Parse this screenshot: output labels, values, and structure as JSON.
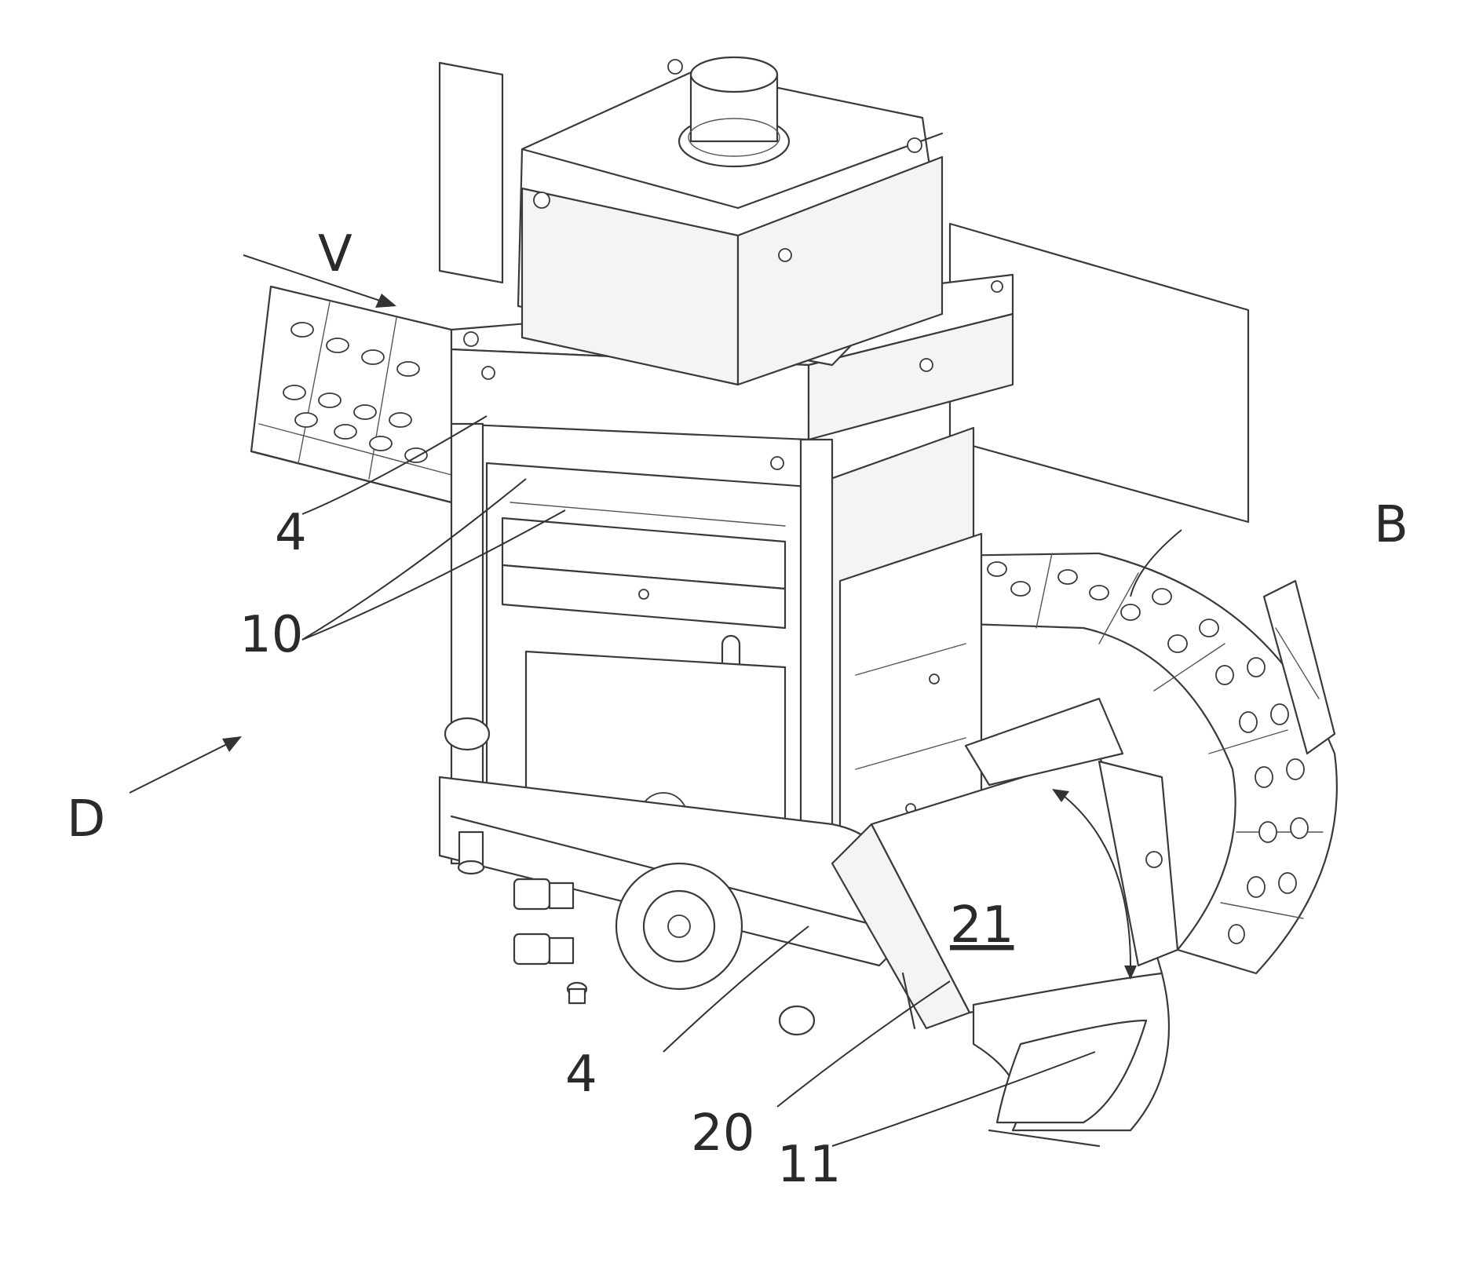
{
  "figure": {
    "labels": {
      "v": "V",
      "d": "D",
      "four_upper": "4",
      "ten": "10",
      "b": "B",
      "twentyone": "21",
      "four_lower": "4",
      "twenty": "20",
      "eleven": "11"
    }
  }
}
